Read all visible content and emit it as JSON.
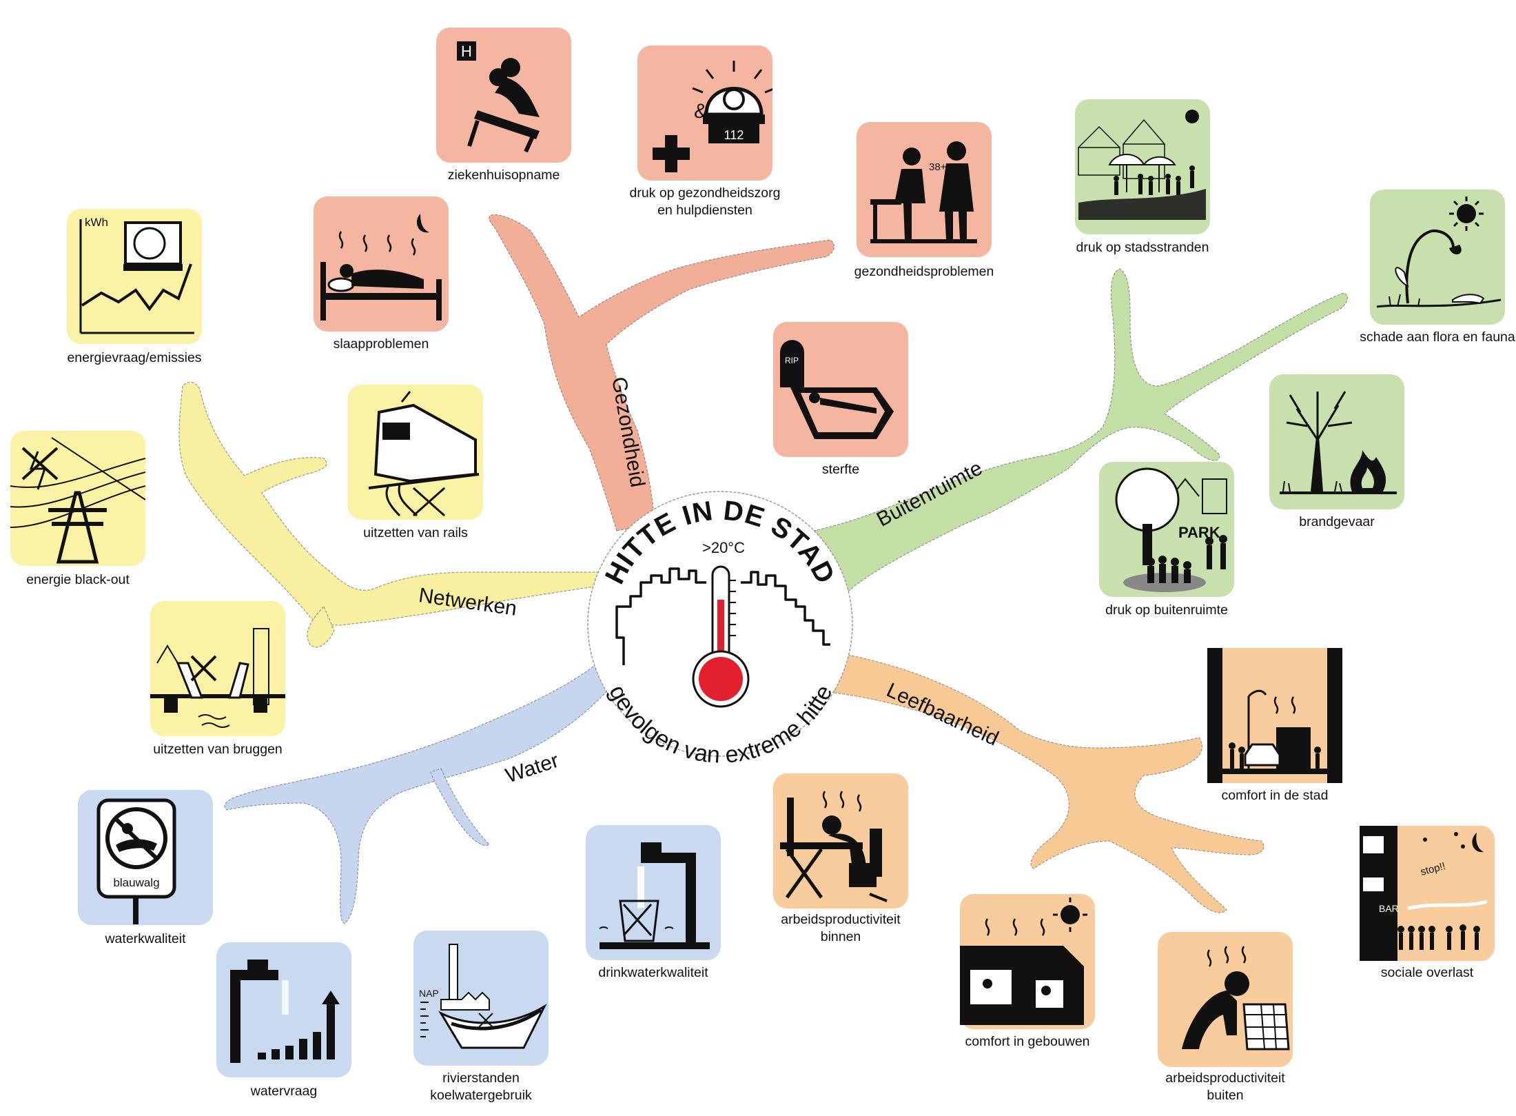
{
  "center": {
    "title": "HITTE IN DE STAD",
    "subtitle": "gevolgen van extreme hitte",
    "temperature": ">20°C"
  },
  "branches": {
    "gezondheid": "Gezondheid",
    "buitenruimte": "Buitenruimte",
    "leefbaarheid": "Leefbaarheid",
    "water": "Water",
    "netwerken": "Netwerken"
  },
  "colors": {
    "gezondheid": "#f4b6a0",
    "buitenruimte": "#c8e0ad",
    "leefbaarheid": "#f8cc9c",
    "water": "#c8d9f0",
    "netwerken": "#faf3a6",
    "branch_gezondheid": "#f2ae96",
    "branch_buitenruimte": "#c4dfa6",
    "branch_leefbaarheid": "#f7c995",
    "branch_water": "#c6d6ef",
    "branch_netwerken": "#f8f0a0",
    "thermometer": "#e3202e"
  },
  "items": {
    "ziekenhuisopname": "ziekenhuisopname",
    "druk_zorg": "druk op gezondheidszorg\nen hulpdiensten",
    "gezondheidsproblemen": "gezondheidsproblemen",
    "slaapproblemen": "slaapproblemen",
    "sterfte": "sterfte",
    "energievraag": "energievraag/emissies",
    "uitzetten_rails": "uitzetten van rails",
    "blackout": "energie black-out",
    "uitzetten_bruggen": "uitzetten van bruggen",
    "waterkwaliteit": "waterkwaliteit",
    "watervraag": "watervraag",
    "rivierstanden": "rivierstanden\nkoelwatergebruik",
    "drinkwater": "drinkwaterkwaliteit",
    "arbeid_binnen": "arbeidsproductiviteit\nbinnen",
    "comfort_gebouwen": "comfort in gebouwen",
    "arbeid_buiten": "arbeidsproductiviteit\nbuiten",
    "sociale_overlast": "sociale overlast",
    "comfort_stad": "comfort in de stad",
    "druk_buitenruimte": "druk op buitenruimte",
    "brandgevaar": "brandgevaar",
    "flora_fauna": "schade aan flora en fauna",
    "stadsstranden": "druk op stadsstranden"
  },
  "icon_text": {
    "hospital": "H",
    "ampersand": "&",
    "emergency_number": "112",
    "fever": "38+",
    "rip": "RIP",
    "kwh": "kWh",
    "park": "PARK",
    "blue_algae": "blauwalg",
    "nap": "NAP",
    "bar": "BAR",
    "stop": "stop!!"
  },
  "icons": {
    "ziekenhuisopname": "hospital-patient-icon",
    "druk_zorg": "ambulance-siren-icon",
    "gezondheidsproblemen": "doctor-patient-icon",
    "slaapproblemen": "sleepless-bed-icon",
    "sterfte": "coffin-icon",
    "energievraag": "airconditioner-graph-icon",
    "uitzetten_rails": "train-rails-icon",
    "blackout": "power-pylon-icon",
    "uitzetten_bruggen": "drawbridge-icon",
    "waterkwaliteit": "no-swimming-sign-icon",
    "watervraag": "tap-demand-icon",
    "rivierstanden": "power-plant-river-icon",
    "drinkwater": "tap-glass-icon",
    "arbeid_binnen": "office-worker-icon",
    "comfort_gebouwen": "hot-building-icon",
    "arbeid_buiten": "paving-worker-icon",
    "sociale_overlast": "bar-noise-icon",
    "comfort_stad": "hot-street-icon",
    "druk_buitenruimte": "crowded-park-icon",
    "brandgevaar": "wildfire-icon",
    "flora_fauna": "wilted-flower-icon",
    "stadsstranden": "city-beach-icon"
  }
}
